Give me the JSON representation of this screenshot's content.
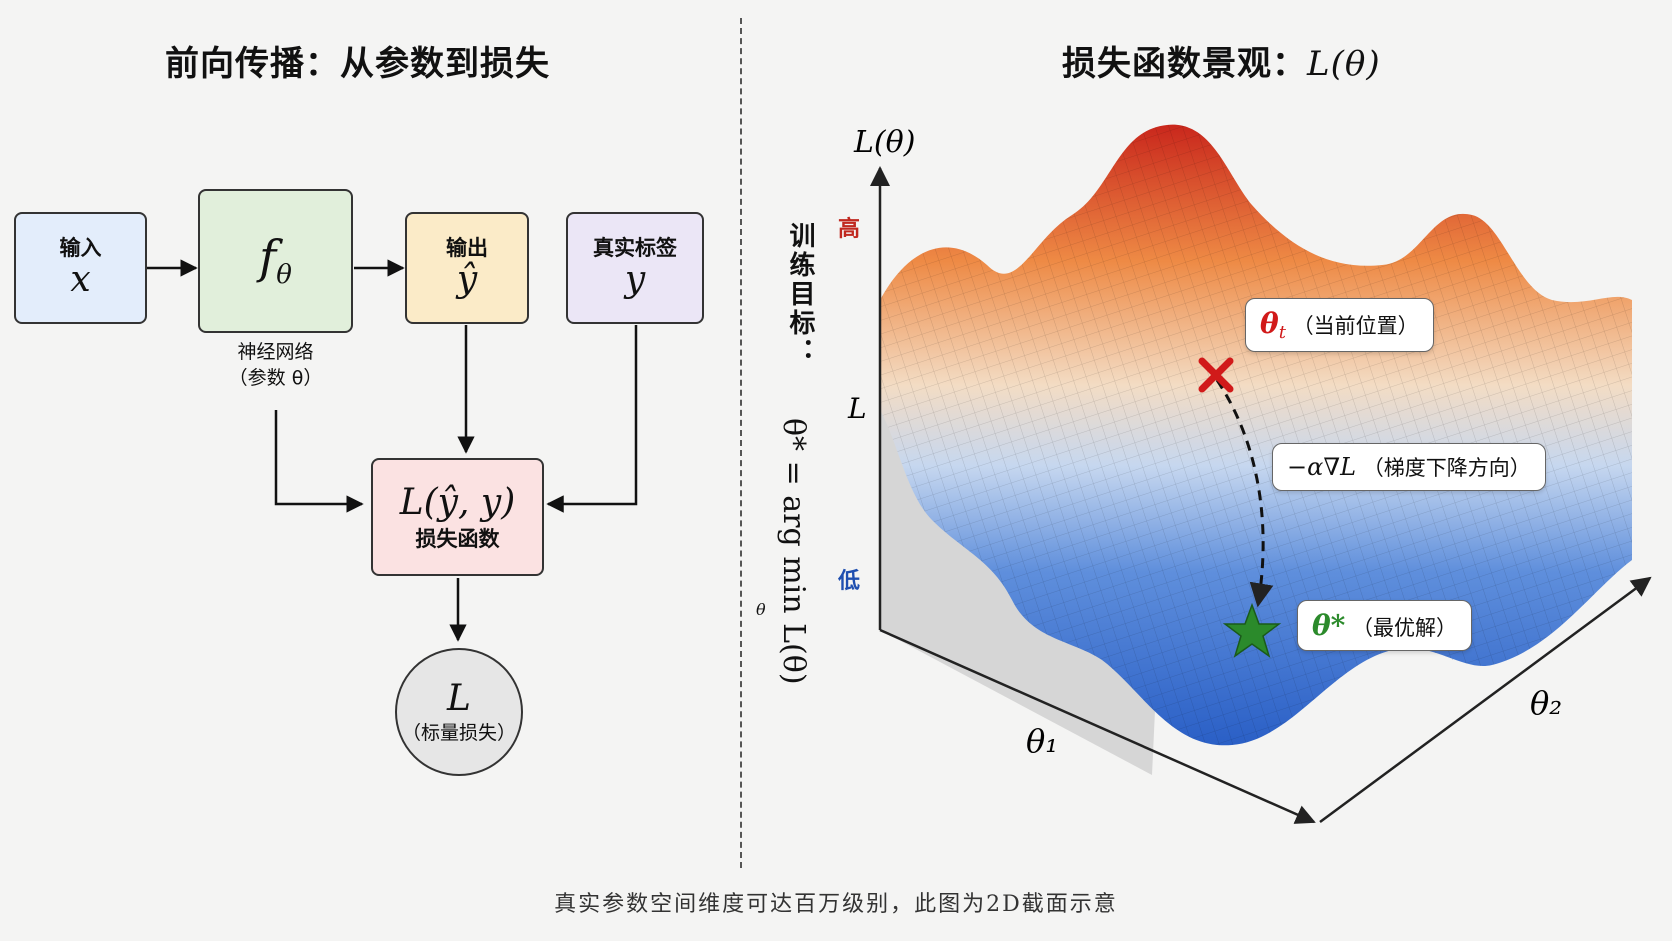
{
  "left_panel": {
    "title": "前向传播：从参数到损失",
    "input": {
      "label": "输入",
      "symbol": "x"
    },
    "network": {
      "symbol": "f",
      "subscript": "θ",
      "caption_line1": "神经网络",
      "caption_line2": "（参数 θ）"
    },
    "output": {
      "label": "输出",
      "symbol": "ŷ"
    },
    "truth": {
      "label": "真实标签",
      "symbol": "y"
    },
    "loss_fn": {
      "symbol": "L(ŷ, y)",
      "label": "损失函数"
    },
    "scalar": {
      "symbol": "L",
      "label": "（标量损失）"
    }
  },
  "objective": {
    "label": "训练目标：",
    "formula": "θ* = arg min L(θ)",
    "subscript": "θ"
  },
  "right_panel": {
    "title_text": "损失函数景观：",
    "title_math": "L(θ)",
    "z_axis": "L(θ)",
    "z_mid": "L",
    "high_label": "高",
    "low_label": "低",
    "axis_1": "θ₁",
    "axis_2": "θ₂",
    "current_symbol": "θ",
    "current_subscript": "t",
    "current_label": "（当前位置）",
    "gradient_symbol": "−α∇L",
    "gradient_label": "（梯度下降方向）",
    "optimum_symbol": "θ*",
    "optimum_label": "（最优解）"
  },
  "colors": {
    "input_fill": "#e3edfb",
    "network_fill": "#e1efdb",
    "output_fill": "#fbebc8",
    "truth_fill": "#ebe6f6",
    "loss_fill": "#fbe2e2",
    "scalar_fill": "#e6e6e6",
    "high": "#c0281f",
    "low": "#1f4fb0",
    "current": "#d11a1a",
    "optimum": "#2b8a2b"
  },
  "footer": "真实参数空间维度可达百万级别，此图为2D截面示意"
}
